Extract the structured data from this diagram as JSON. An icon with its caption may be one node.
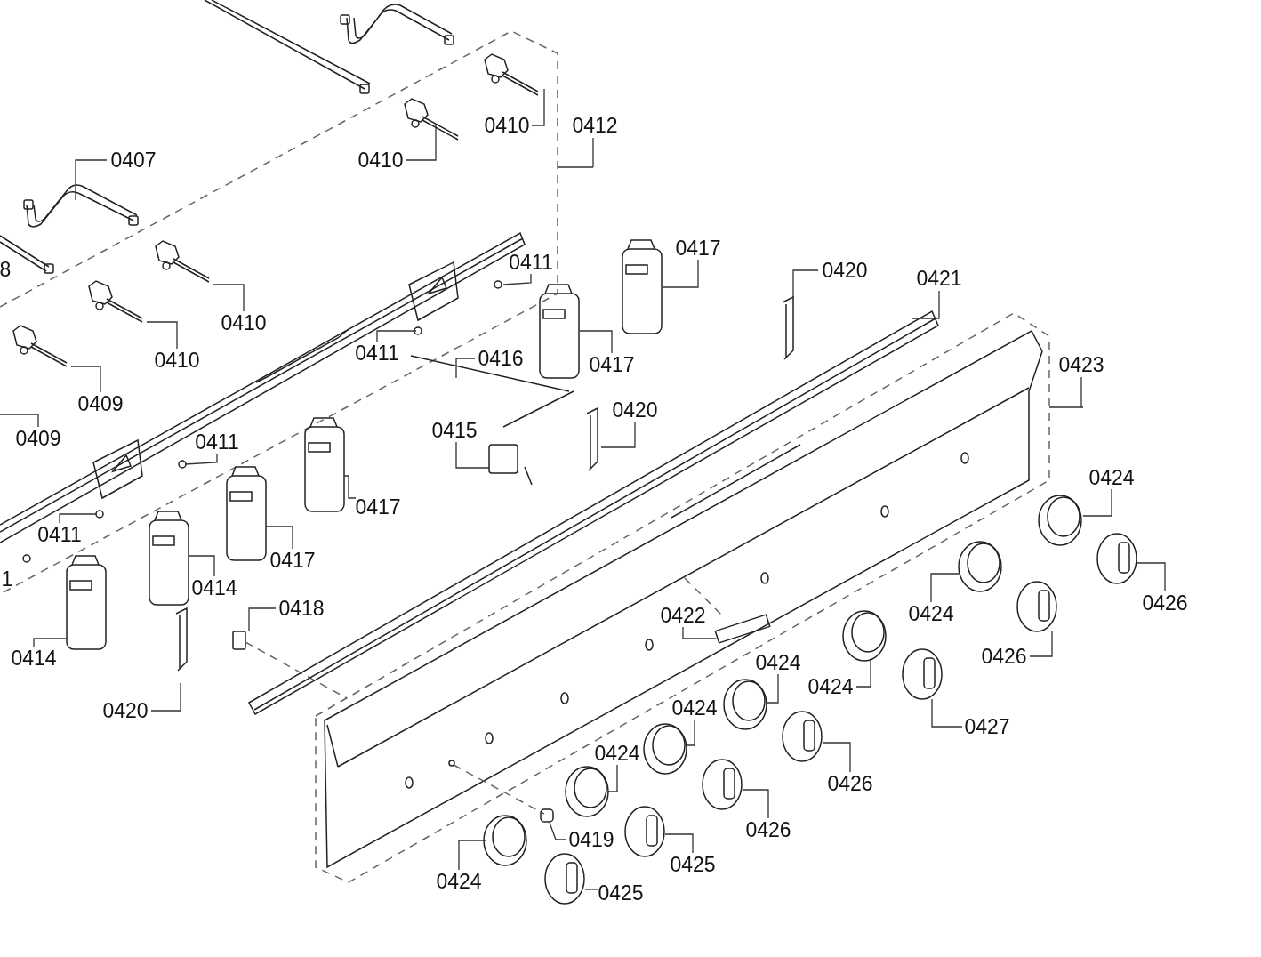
{
  "diagram": {
    "nodes": [
      {
        "text": [
          "0407"
        ]
      },
      {
        "text": [
          "0410"
        ]
      },
      {
        "text": [
          "0412"
        ]
      },
      {
        "text": [
          "0410"
        ]
      },
      {
        "text": [
          "0411"
        ]
      },
      {
        "text": [
          "0417"
        ]
      },
      {
        "text": [
          "0420"
        ]
      },
      {
        "text": [
          "0421"
        ]
      },
      {
        "text": [
          "0410"
        ]
      },
      {
        "text": [
          "0410"
        ]
      },
      {
        "text": [
          "0411"
        ]
      },
      {
        "text": [
          "0417"
        ]
      },
      {
        "text": [
          "0416"
        ]
      },
      {
        "text": [
          "0423"
        ]
      },
      {
        "text": [
          "0409"
        ]
      },
      {
        "text": [
          "0409"
        ]
      },
      {
        "text": [
          "0411"
        ]
      },
      {
        "text": [
          "0420"
        ]
      },
      {
        "text": [
          "0415"
        ]
      },
      {
        "text": [
          "0424"
        ]
      },
      {
        "text": [
          "0417"
        ]
      },
      {
        "text": [
          "0411"
        ]
      },
      {
        "text": [
          "0417"
        ]
      },
      {
        "text": [
          "0414"
        ]
      },
      {
        "text": [
          "0426"
        ]
      },
      {
        "text": [
          "0418"
        ]
      },
      {
        "text": [
          "0424"
        ]
      },
      {
        "text": [
          "0422"
        ]
      },
      {
        "text": [
          "0426"
        ]
      },
      {
        "text": [
          "0414"
        ]
      },
      {
        "text": [
          "0424"
        ]
      },
      {
        "text": [
          "0424"
        ]
      },
      {
        "text": [
          "0420"
        ]
      },
      {
        "text": [
          "0424"
        ]
      },
      {
        "text": [
          "0427"
        ]
      },
      {
        "text": [
          "0424"
        ]
      },
      {
        "text": [
          "0426"
        ]
      },
      {
        "text": [
          "0426"
        ]
      },
      {
        "text": [
          "0419"
        ]
      },
      {
        "text": [
          "0425"
        ]
      },
      {
        "text": [
          "0424"
        ]
      },
      {
        "text": [
          "0425"
        ]
      }
    ],
    "edges": [
      {
        "from": 0,
        "to": null,
        "arrow": "none"
      },
      {
        "from": 1,
        "to": null,
        "arrow": "none"
      },
      {
        "from": 2,
        "to": null,
        "arrow": "none"
      },
      {
        "from": 3,
        "to": null,
        "arrow": "none"
      },
      {
        "from": 4,
        "to": null,
        "arrow": "none"
      },
      {
        "from": 5,
        "to": null,
        "arrow": "none"
      },
      {
        "from": 6,
        "to": null,
        "arrow": "none"
      },
      {
        "from": 7,
        "to": null,
        "arrow": "none"
      },
      {
        "from": 8,
        "to": null,
        "arrow": "none"
      },
      {
        "from": 9,
        "to": null,
        "arrow": "none"
      },
      {
        "from": 10,
        "to": null,
        "arrow": "none"
      },
      {
        "from": 11,
        "to": null,
        "arrow": "none"
      },
      {
        "from": 12,
        "to": null,
        "arrow": "none"
      },
      {
        "from": 13,
        "to": null,
        "arrow": "none"
      },
      {
        "from": 14,
        "to": null,
        "arrow": "none"
      },
      {
        "from": 15,
        "to": null,
        "arrow": "none"
      },
      {
        "from": 16,
        "to": null,
        "arrow": "none"
      },
      {
        "from": 17,
        "to": null,
        "arrow": "none"
      },
      {
        "from": 18,
        "to": null,
        "arrow": "none"
      },
      {
        "from": 19,
        "to": null,
        "arrow": "none"
      },
      {
        "from": 20,
        "to": null,
        "arrow": "none"
      },
      {
        "from": 21,
        "to": null,
        "arrow": "none"
      },
      {
        "from": 22,
        "to": null,
        "arrow": "none"
      },
      {
        "from": 23,
        "to": null,
        "arrow": "none"
      },
      {
        "from": 24,
        "to": null,
        "arrow": "none"
      },
      {
        "from": 25,
        "to": null,
        "arrow": "none"
      },
      {
        "from": 26,
        "to": null,
        "arrow": "none"
      },
      {
        "from": 27,
        "to": null,
        "arrow": "none"
      },
      {
        "from": 28,
        "to": null,
        "arrow": "none"
      },
      {
        "from": 29,
        "to": null,
        "arrow": "none"
      },
      {
        "from": 30,
        "to": null,
        "arrow": "none"
      },
      {
        "from": 31,
        "to": null,
        "arrow": "none"
      },
      {
        "from": 32,
        "to": null,
        "arrow": "none"
      },
      {
        "from": 33,
        "to": null,
        "arrow": "none"
      },
      {
        "from": 34,
        "to": null,
        "arrow": "none"
      },
      {
        "from": 35,
        "to": null,
        "arrow": "none"
      },
      {
        "from": 36,
        "to": null,
        "arrow": "none"
      },
      {
        "from": 37,
        "to": null,
        "arrow": "none"
      },
      {
        "from": 38,
        "to": null,
        "arrow": "none"
      },
      {
        "from": 39,
        "to": null,
        "arrow": "none"
      },
      {
        "from": 40,
        "to": null,
        "arrow": "none"
      },
      {
        "from": 41,
        "to": null,
        "arrow": "none"
      }
    ],
    "labels": [
      "8",
      "1"
    ]
  }
}
